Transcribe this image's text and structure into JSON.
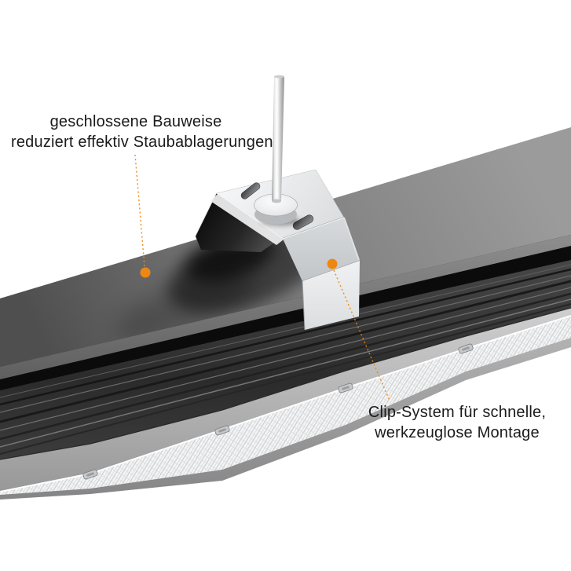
{
  "background_color": "#ffffff",
  "accent_color": "#ee8712",
  "text_color": "#1a1a1a",
  "callouts": {
    "dust": {
      "line1": "geschlossene Bauweise",
      "line2": "reduziert effektiv Staubablagerungen"
    },
    "clip": {
      "line1": "Clip-System für schnelle,",
      "line2": "werkzeuglose Montage"
    }
  }
}
